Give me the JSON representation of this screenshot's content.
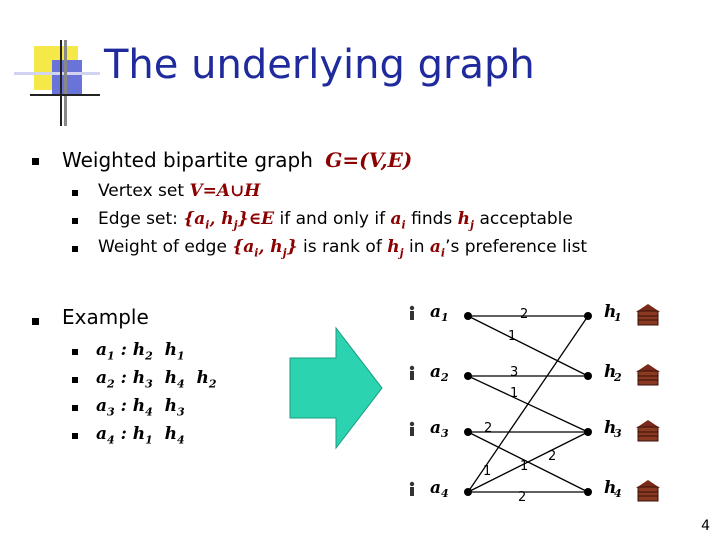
{
  "slide": {
    "title": "The underlying graph",
    "page_number": "4"
  },
  "bullets": {
    "main1": "Weighted bipartite graph",
    "main1_math": "G=(V,E)",
    "sub1_text": "Vertex set",
    "sub1_math": "V=A∪H",
    "sub2_text": "Edge set:",
    "sub2_math": "{a",
    "sub2_math_i": "i",
    "sub2_math_h": ", h",
    "sub2_math_j": "j",
    "sub2_math_end": "}∈E",
    "sub2_rest": "if and only if",
    "sub2_a": "a",
    "sub2_a_i": "i",
    "sub2_finds": "finds",
    "sub2_h": "h",
    "sub2_h_j": "j",
    "sub2_accept": "acceptable",
    "sub3_text": "Weight of edge",
    "sub3_math": "{a",
    "sub3_i": "i",
    "sub3_h": ", h",
    "sub3_j": "j",
    "sub3_end": "}",
    "sub3_rank": "is rank of",
    "sub3_hh": "h",
    "sub3_hj": "j",
    "sub3_in": "in",
    "sub3_a": "a",
    "sub3_ai": "i",
    "sub3_pref": "’s preference list",
    "main2": "Example"
  },
  "example_lists": [
    {
      "a": "a",
      "a_sub": "1",
      "sep": " : ",
      "prefs": [
        {
          "h": "h",
          "s": "2"
        },
        {
          "h": "h",
          "s": "1"
        }
      ]
    },
    {
      "a": "a",
      "a_sub": "2",
      "sep": " : ",
      "prefs": [
        {
          "h": "h",
          "s": "3"
        },
        {
          "h": "h",
          "s": "4"
        },
        {
          "h": "h",
          "s": "2"
        }
      ]
    },
    {
      "a": "a",
      "a_sub": "3",
      "sep": " : ",
      "prefs": [
        {
          "h": "h",
          "s": "4"
        },
        {
          "h": "h",
          "s": "3"
        }
      ]
    },
    {
      "a": "a",
      "a_sub": "4",
      "sep": " : ",
      "prefs": [
        {
          "h": "h",
          "s": "1"
        },
        {
          "h": "h",
          "s": "4"
        }
      ]
    }
  ],
  "graph": {
    "applicants": [
      {
        "label": "a",
        "sub": "1"
      },
      {
        "label": "a",
        "sub": "2"
      },
      {
        "label": "a",
        "sub": "3"
      },
      {
        "label": "a",
        "sub": "4"
      }
    ],
    "houses": [
      {
        "label": "h",
        "sub": "1"
      },
      {
        "label": "h",
        "sub": "2"
      },
      {
        "label": "h",
        "sub": "3"
      },
      {
        "label": "h",
        "sub": "4"
      }
    ],
    "edges": [
      {
        "from": 0,
        "to": 0,
        "weight": "2"
      },
      {
        "from": 0,
        "to": 1,
        "weight": "1"
      },
      {
        "from": 1,
        "to": 1,
        "weight": "3"
      },
      {
        "from": 1,
        "to": 2,
        "weight": "1"
      },
      {
        "from": 2,
        "to": 2,
        "weight": "2"
      },
      {
        "from": 2,
        "to": 3,
        "weight": "1"
      },
      {
        "from": 3,
        "to": 0,
        "weight": "1"
      },
      {
        "from": 3,
        "to": 2,
        "weight": "2"
      },
      {
        "from": 3,
        "to": 3,
        "weight": "2"
      }
    ],
    "arrow_color": "#2bd3b0",
    "person_icon": "person-icon",
    "house_icon": "house-icon"
  }
}
